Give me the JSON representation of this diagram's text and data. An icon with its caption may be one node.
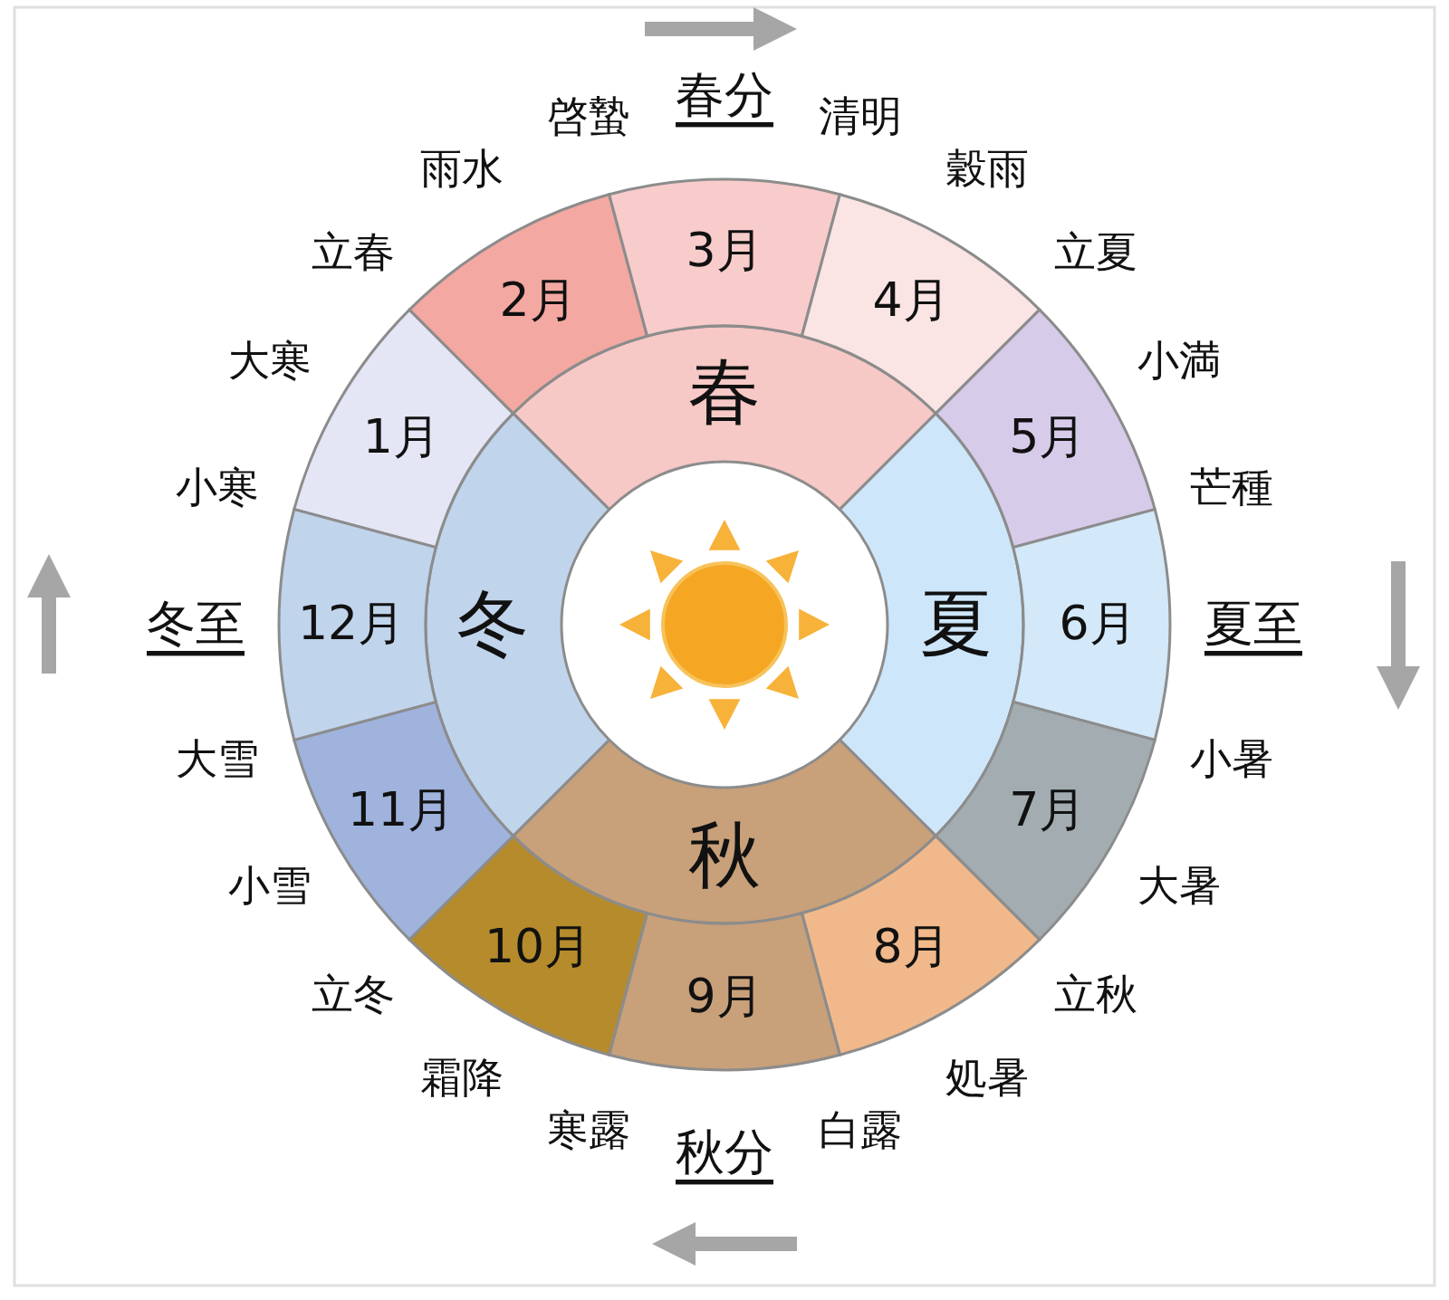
{
  "diagram": {
    "nodes": [
      {
        "text": [
          "春"
        ]
      },
      {
        "text": [
          "夏"
        ]
      },
      {
        "text": [
          "秋"
        ]
      },
      {
        "text": [
          "冬"
        ]
      },
      {
        "text": [
          "1月"
        ]
      },
      {
        "text": [
          "2月"
        ]
      },
      {
        "text": [
          "3月"
        ]
      },
      {
        "text": [
          "4月"
        ]
      },
      {
        "text": [
          "5月"
        ]
      },
      {
        "text": [
          "6月"
        ]
      },
      {
        "text": [
          "7月"
        ]
      },
      {
        "text": [
          "8月"
        ]
      },
      {
        "text": [
          "9月"
        ]
      },
      {
        "text": [
          "10月"
        ]
      },
      {
        "text": [
          "11月"
        ]
      },
      {
        "text": [
          "12月"
        ]
      }
    ],
    "labels": [
      "立春",
      "雨水",
      "啓蟄",
      "春分",
      "清明",
      "穀雨",
      "立夏",
      "小満",
      "芒種",
      "夏至",
      "小暑",
      "大暑",
      "立秋",
      "処暑",
      "白露",
      "秋分",
      "寒露",
      "霜降",
      "立冬",
      "小雪",
      "大雪",
      "冬至",
      "小寒",
      "大寒"
    ]
  }
}
